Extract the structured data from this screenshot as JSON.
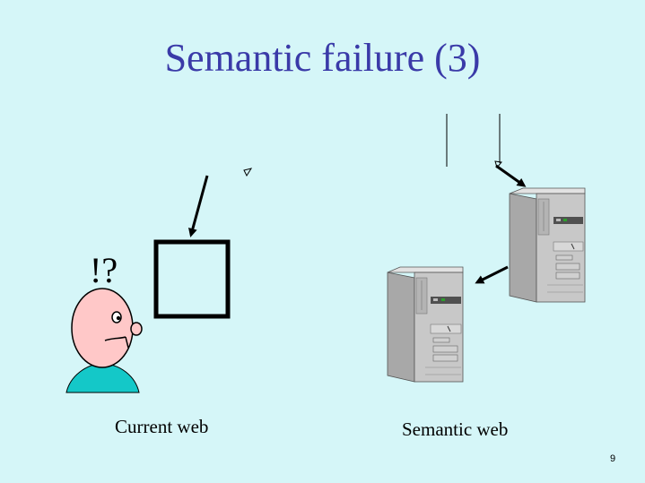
{
  "slide": {
    "title": "Semantic failure (3)",
    "exclamation": "!?",
    "label_current": "Current web",
    "label_semantic": "Semantic web",
    "page_number": "9"
  },
  "colors": {
    "background": "#d5f6f8",
    "title": "#3a3aa8",
    "face": "#ffc8c8",
    "shirt": "#14c8c8",
    "server_body": "#c8c8c8",
    "server_dark": "#808080"
  },
  "icons": [
    "person-icon",
    "document-box-icon",
    "server-icon",
    "arrow-icon"
  ]
}
